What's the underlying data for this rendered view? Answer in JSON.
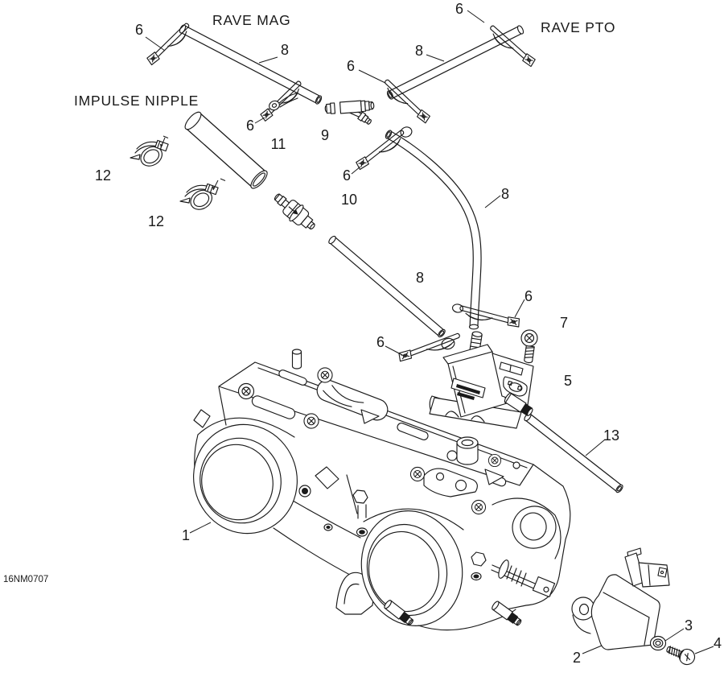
{
  "diagram": {
    "annotations": {
      "rave_mag": "RAVE MAG",
      "rave_pto": "RAVE PTO",
      "impulse_nipple": "IMPULSE NIPPLE",
      "drawing_code": "16NM0707"
    },
    "parts": {
      "1": "1",
      "2": "2",
      "3": "3",
      "4": "4",
      "5": "5",
      "6": "6",
      "7": "7",
      "8": "8",
      "9": "9",
      "10": "10",
      "11": "11",
      "12": "12",
      "13": "13"
    },
    "colors": {
      "line_color": "#1a1a1a",
      "background": "#ffffff"
    }
  }
}
